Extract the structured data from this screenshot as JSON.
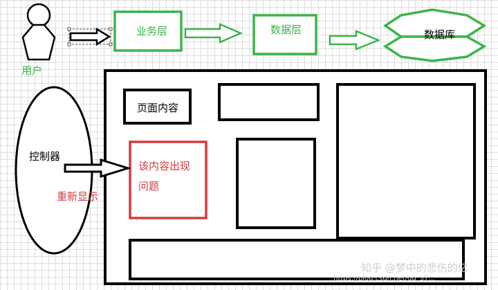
{
  "labels": {
    "user": "用户",
    "business_layer": "业务层",
    "data_layer": "数据层",
    "database": "数据库",
    "controller": "控制器",
    "page_content": "页面内容",
    "problem_line1": "该内容出现",
    "problem_line2": "问题",
    "redisplay": "重新显示"
  },
  "watermark": {
    "brand": "知乎 @梦中的悲伤的亿",
    "url": "https://blog.csdn.net/qq_37..."
  },
  "colors": {
    "green": "#3cb44b",
    "red": "#d33a3a",
    "black": "#000000"
  },
  "icons": [
    "user-person-icon",
    "arrow-right-icon",
    "database-icon"
  ]
}
